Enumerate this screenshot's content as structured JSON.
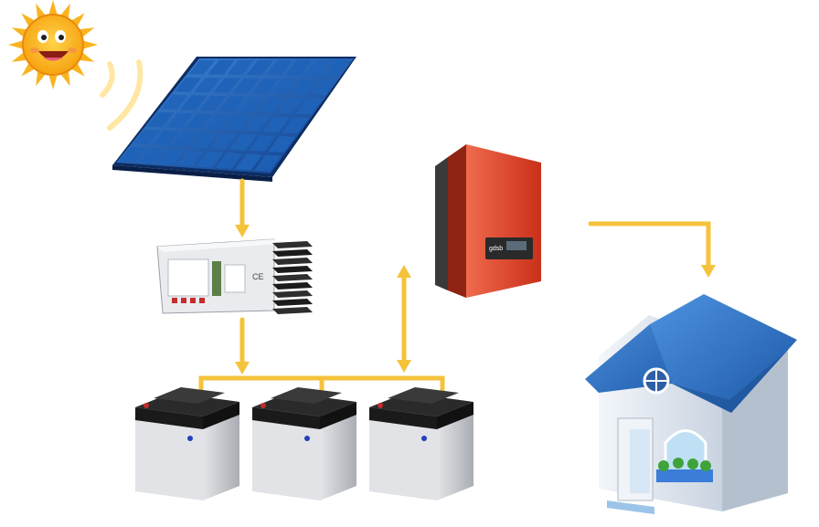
{
  "diagram": {
    "kind": "off-grid solar power system",
    "components": {
      "sun": {
        "icon": "smiling-sun-icon"
      },
      "solar_panel": {
        "icon": "solar-panel-icon",
        "rows": 6,
        "cols": 8
      },
      "charge_controller": {
        "icon": "charge-controller-icon",
        "marking": "CE"
      },
      "inverter": {
        "icon": "inverter-icon",
        "logo_text": "gdsb"
      },
      "batteries": {
        "icon": "battery-icon",
        "count": 3
      },
      "house": {
        "icon": "house-icon"
      }
    },
    "flows": [
      {
        "from": "solar_panel",
        "to": "charge_controller",
        "direction": "one-way"
      },
      {
        "from": "charge_controller",
        "to": "batteries",
        "direction": "one-way"
      },
      {
        "from": "batteries",
        "to": "inverter",
        "direction": "two-way"
      },
      {
        "from": "inverter",
        "to": "house",
        "direction": "one-way"
      }
    ],
    "colors": {
      "flow_arrow": "#F5C33B",
      "panel_cell": "#1F63B8",
      "panel_frame": "#0D2D63",
      "inverter_body": "#E2452B",
      "battery_top": "#2A2A2A",
      "battery_body": "#C9CCD1",
      "house_roof": "#2D72C4",
      "house_wall": "#E7ECF3",
      "sun": "#F9B420"
    }
  }
}
